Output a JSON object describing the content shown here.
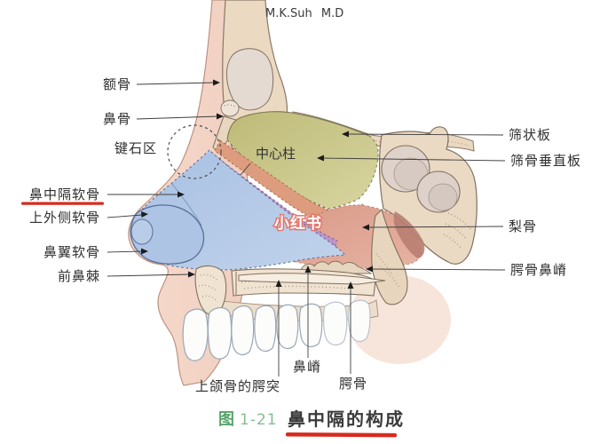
{
  "figure": {
    "credit": "M.K.Suh M.D",
    "watermark": "小红书",
    "labels_left": [
      {
        "text": "额骨"
      },
      {
        "text": "鼻骨"
      },
      {
        "text": "键石区"
      },
      {
        "text": "鼻中隔软骨"
      },
      {
        "text": "上外侧软骨"
      },
      {
        "text": "鼻翼软骨"
      },
      {
        "text": "前鼻棘"
      }
    ],
    "labels_right": [
      {
        "text": "筛状板"
      },
      {
        "text": "筛骨垂直板"
      },
      {
        "text": "梨骨"
      },
      {
        "text": "腭骨鼻嵴"
      }
    ],
    "labels_bottom": [
      {
        "text": "上颌骨的腭突"
      },
      {
        "text": "鼻嵴"
      },
      {
        "text": "腭骨"
      }
    ],
    "label_inline": {
      "text": "中心柱"
    },
    "caption": {
      "fig_word": "图",
      "fig_no": "1-21",
      "title": "鼻中隔的构成"
    },
    "colors": {
      "skin": "#f5d7c9",
      "bone": "#ecd9c2",
      "septal_cartilage_blue": "#b3c9e6",
      "perpendicular_plate_olive": "#c9c586",
      "central_pillar_salmon": "#dd9c7d",
      "band_purple": "#bf93c8",
      "vomer_pink": "#dfa795",
      "highlight_red_underline": "#d62b1f",
      "caption_green": "#55a468"
    }
  }
}
